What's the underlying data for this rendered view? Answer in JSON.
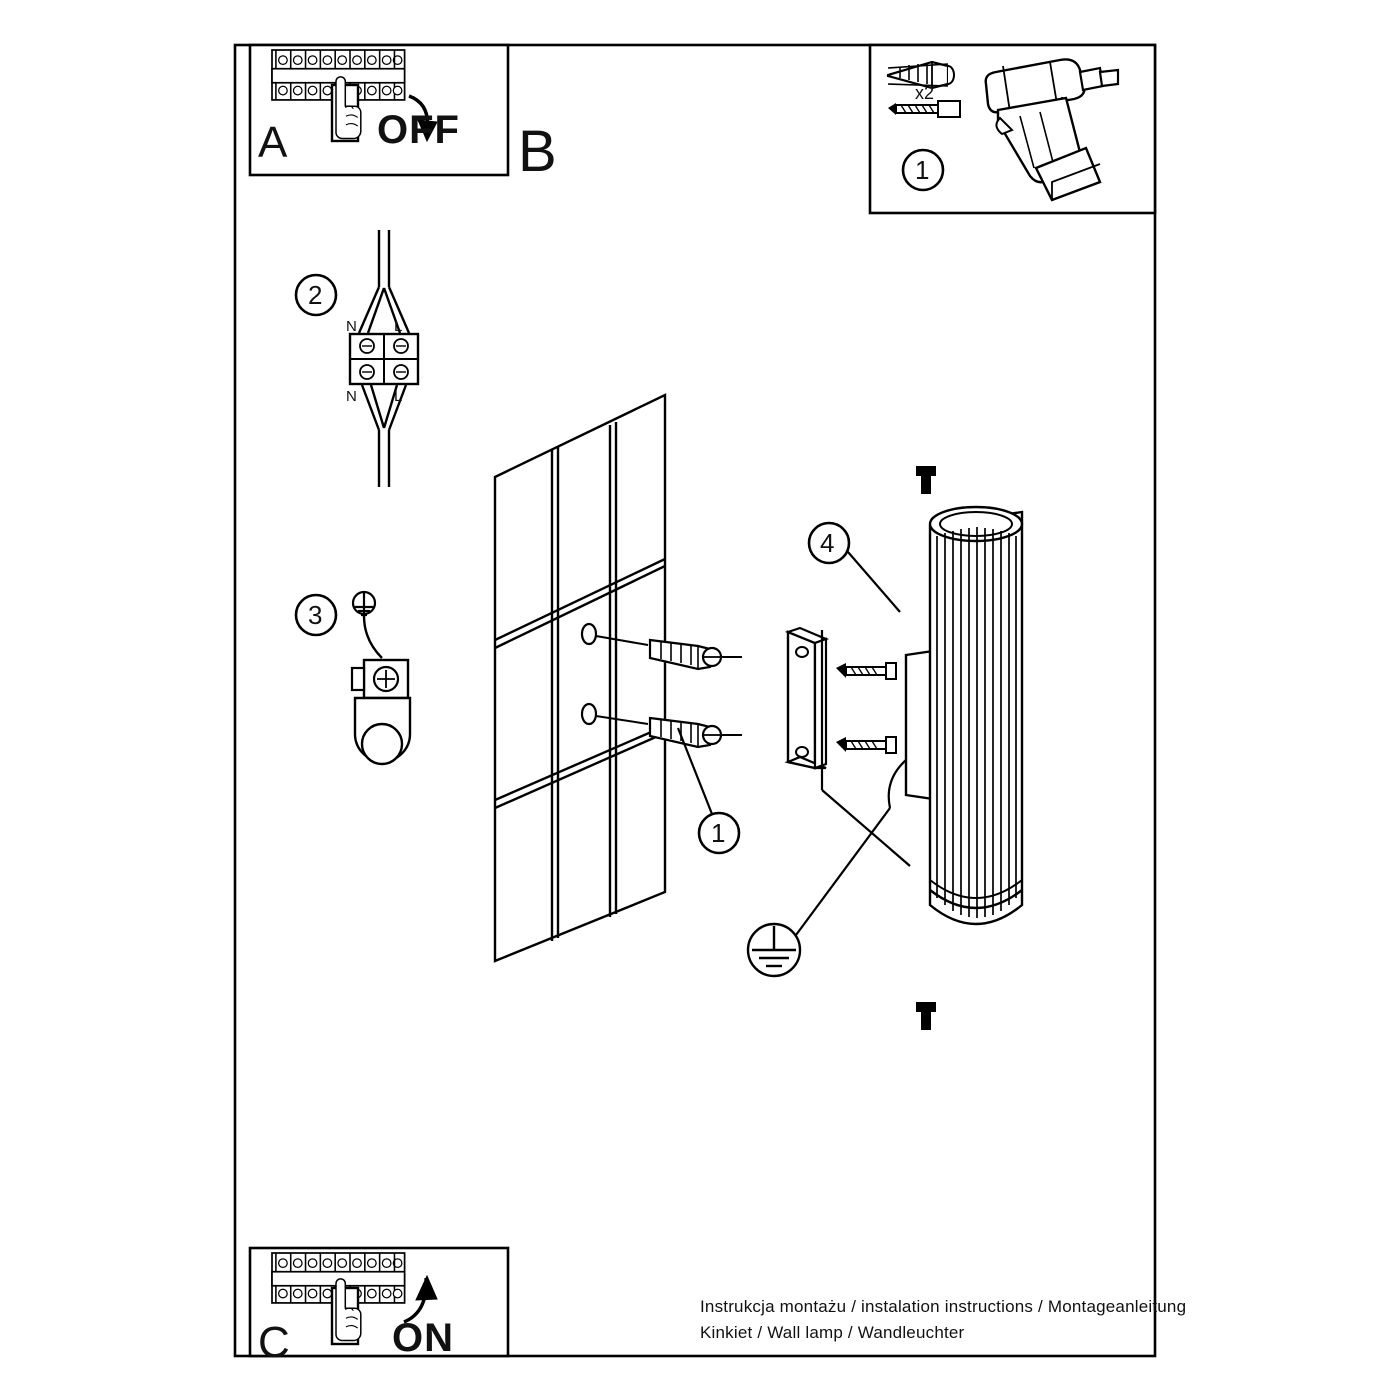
{
  "document": {
    "type": "assembly-instruction-sheet",
    "border_color": "#000000",
    "line_color": "#000000",
    "background": "#ffffff"
  },
  "panels": {
    "top_left": {
      "letter": "A",
      "state_label": "OFF",
      "icon": "terminal-block-with-hand-and-curved-arrow"
    },
    "section_b": {
      "letter": "B"
    },
    "top_right": {
      "step": "1",
      "quantity_label": "x2",
      "icons": [
        "wall-plug",
        "screw",
        "power-drill"
      ]
    },
    "bottom_left": {
      "letter": "C",
      "state_label": "ON",
      "icon": "terminal-block-with-hand-and-curved-arrow"
    }
  },
  "steps": [
    {
      "number": "2",
      "labels": [
        "N",
        "L",
        "N",
        "L"
      ],
      "icon": "wire-terminal-connector"
    },
    {
      "number": "3",
      "labels": [],
      "icon": "earth-ground-terminal"
    },
    {
      "number": "1",
      "labels": [],
      "icon": "wall-with-anchors-callout"
    },
    {
      "number": "4",
      "labels": [],
      "icon": "mounting-bracket-callout"
    }
  ],
  "ground_symbol": {
    "name": "earth-ground-symbol"
  },
  "footer": {
    "line1": "Instrukcja montażu / instalation instructions / Montageanleitung",
    "line2": "Kinkiet / Wall lamp / Wandleuchter"
  }
}
